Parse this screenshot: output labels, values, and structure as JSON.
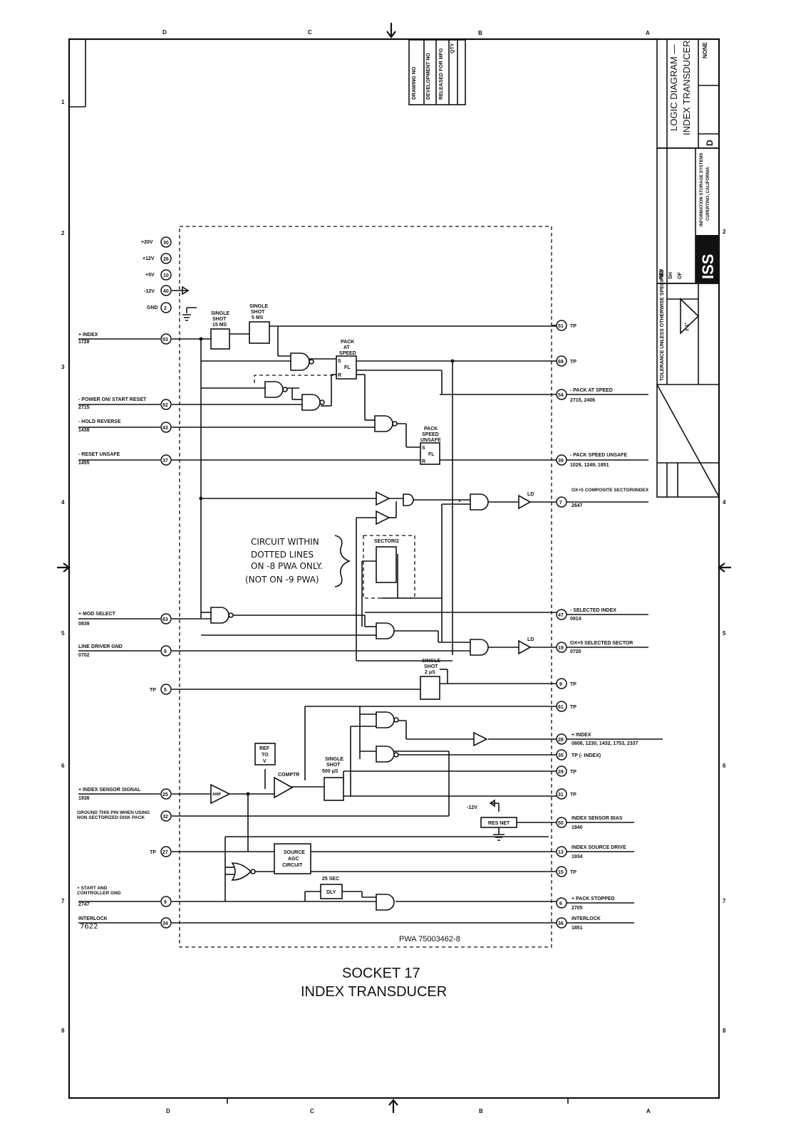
{
  "border": {
    "zones_top": [
      "D",
      "C",
      "B",
      "A"
    ],
    "zones_side": [
      "1",
      "2",
      "3",
      "4",
      "5",
      "6",
      "7",
      "8"
    ]
  },
  "approvals": [
    "DRAWING NO",
    "DEVELOPMENT NO",
    "RELEASED FOR MFG",
    "QTY"
  ],
  "title_block": {
    "title_line1": "LOGIC DIAGRAM —",
    "title_line2": "INDEX TRANSDUCER",
    "size": "D",
    "scale": "NONE",
    "company_logo": "ISS",
    "company_name": "INFORMATION STORAGE SYSTEMS",
    "company_city": "CUPERTINO, CALIFORNIA",
    "tolerance_note": "TOLERANCE UNLESS OTHERWISE SPECIFIED",
    "revision_labels": [
      "REV",
      "SH",
      "OF"
    ],
    "angle": "± 1°"
  },
  "power_pins": [
    {
      "label": "+20V",
      "pin": "30"
    },
    {
      "label": "+12V",
      "pin": "26"
    },
    {
      "label": "+5V",
      "pin": "10"
    },
    {
      "label": "-12V",
      "pin": "40"
    },
    {
      "label": "GND",
      "pin": "2"
    }
  ],
  "inputs": [
    {
      "label": "+ INDEX",
      "ref": "1728",
      "pin": "53"
    },
    {
      "label": "- POWER ON/ START RESET",
      "ref": "2715",
      "pin": "52"
    },
    {
      "label": "- HOLD REVERSE",
      "ref": "1438",
      "pin": "43"
    },
    {
      "label": "- RESET UNSAFE",
      "ref": "1455",
      "pin": "37"
    },
    {
      "label": "+ MOD SELECT",
      "ref": "0839",
      "pin": "63"
    },
    {
      "label": "LINE DRIVER GND",
      "ref": "0702",
      "pin": "8"
    },
    {
      "label": "TP",
      "ref": "",
      "pin": "5"
    },
    {
      "label": "+ INDEX SENSOR SIGNAL",
      "ref": "1938",
      "pin": "25"
    },
    {
      "label": "GROUND THIS PIN WHEN USING NON SECTORIZED DISK PACK",
      "ref": "",
      "pin": "32"
    },
    {
      "label": "TP",
      "ref": "",
      "pin": "27"
    },
    {
      "label": "+ START AND CONTROLLER GND",
      "ref": "2747",
      "pin": "9"
    },
    {
      "label": "INTERLOCK",
      "ref": "7622",
      "pin": "34"
    }
  ],
  "outputs": [
    {
      "pin": "51",
      "label": "TP",
      "ref": ""
    },
    {
      "pin": "69",
      "label": "TP",
      "ref": ""
    },
    {
      "pin": "54",
      "label": "- PACK AT SPEED",
      "ref": "2715, 2406"
    },
    {
      "pin": "39",
      "label": "- PACK SPEED UNSAFE",
      "ref": "1029, 1249, 1851"
    },
    {
      "pin": "7",
      "label": "OX+5 COMPOSITE SECTOR/INDEX",
      "ref": "2647"
    },
    {
      "pin": "47",
      "label": "- SELECTED INDEX",
      "ref": "0914"
    },
    {
      "pin": "19",
      "label": "OX+5 SELECTED SECTOR",
      "ref": "0720"
    },
    {
      "pin": "9",
      "label": "TP",
      "ref": ""
    },
    {
      "pin": "61",
      "label": "TP",
      "ref": ""
    },
    {
      "pin": "28",
      "label": "+ INDEX",
      "ref": "0808, 1230, 1432, 1753, 2337"
    },
    {
      "pin": "35",
      "label": "TP (- INDEX)",
      "ref": ""
    },
    {
      "pin": "29",
      "label": "TP",
      "ref": ""
    },
    {
      "pin": "31",
      "label": "TP",
      "ref": ""
    },
    {
      "pin": "50",
      "label": "INDEX SENSOR BIAS",
      "ref": "1940"
    },
    {
      "pin": "13",
      "label": "INDEX SOURCE DRIVE",
      "ref": "1934"
    },
    {
      "pin": "15",
      "label": "TP",
      "ref": ""
    },
    {
      "pin": "6",
      "label": "+ PACK STOPPED",
      "ref": "2705"
    },
    {
      "pin": "36",
      "label": "INTERLOCK",
      "ref": "1851"
    }
  ],
  "components": {
    "single_shot_15": [
      "SINGLE",
      "SHOT",
      "15 MS"
    ],
    "single_shot_5": [
      "SINGLE",
      "SHOT",
      "5 MS"
    ],
    "pack_at_speed": [
      "PACK",
      "AT",
      "SPEED"
    ],
    "pack_speed_unsafe": [
      "PACK",
      "SPEED",
      "UNSAFE"
    ],
    "sector_ff": "SECTOR/2",
    "single_shot_2": [
      "SINGLE",
      "SHOT",
      "2 μS"
    ],
    "ref_v": [
      "REF",
      "TO",
      "V"
    ],
    "comptr": "COMPTR",
    "single_shot_500": [
      "SINGLE",
      "SHOT",
      "500 μS"
    ],
    "amp": "AMP",
    "res_net": "RES NET",
    "minus_12v": "-12V",
    "source_agc": [
      "SOURCE",
      "AGC",
      "CIRCUIT"
    ],
    "delay_label": "25 SEC",
    "delay": "DLY",
    "ld": "LD",
    "ff_fl": "FL",
    "ff_s": "S",
    "ff_r": "R"
  },
  "note": [
    "CIRCUIT WITHIN",
    "DOTTED LINES",
    "ON -8 PWA ONLY.",
    "(NOT ON -9 PWA)"
  ],
  "pwa": "PWA 75003462-8",
  "caption_line1": "SOCKET 17",
  "caption_line2": "INDEX TRANSDUCER"
}
